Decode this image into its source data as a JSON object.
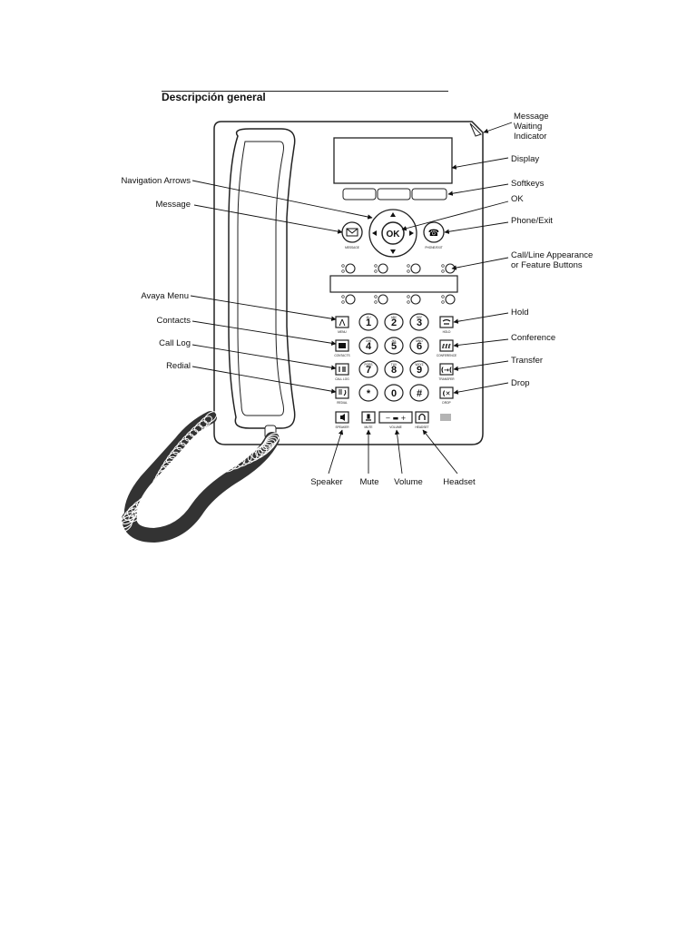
{
  "title": "Descripción general",
  "labels": {
    "message_waiting": [
      "Message",
      "Waiting",
      "Indicator"
    ],
    "display": "Display",
    "softkeys": "Softkeys",
    "ok": "OK",
    "phone_exit": "Phone/Exit",
    "call_line": [
      "Call/Line Appearance",
      "or Feature Buttons"
    ],
    "hold": "Hold",
    "conference": "Conference",
    "transfer": "Transfer",
    "drop": "Drop",
    "navigation_arrows": "Navigation Arrows",
    "message": "Message",
    "avaya_menu": "Avaya Menu",
    "contacts": "Contacts",
    "call_log": "Call Log",
    "redial": "Redial",
    "speaker": "Speaker",
    "mute": "Mute",
    "volume": "Volume",
    "headset": "Headset"
  },
  "button_captions": {
    "message": "MESSAGE",
    "phone_exit": "PHONE/EXIT",
    "menu": "MENU",
    "contacts": "CONTACTS",
    "call_log": "CALL LOG",
    "redial": "REDIAL",
    "hold": "HOLD",
    "conference": "CONFERENCE",
    "transfer": "TRANSFER",
    "drop": "DROP",
    "speaker": "SPEAKER",
    "mute": "MUTE",
    "volume": "VOLUME",
    "headset": "HEADSET"
  },
  "ok_key": "OK",
  "volume_symbols": "− ▬ +",
  "dialpad": [
    {
      "digit": "1",
      "letters": "@./"
    },
    {
      "digit": "2",
      "letters": "ABC"
    },
    {
      "digit": "3",
      "letters": "DEF"
    },
    {
      "digit": "4",
      "letters": "GHI"
    },
    {
      "digit": "5",
      "letters": "JKL"
    },
    {
      "digit": "6",
      "letters": "MNO"
    },
    {
      "digit": "7",
      "letters": "PQRS"
    },
    {
      "digit": "8",
      "letters": "TUV"
    },
    {
      "digit": "9",
      "letters": "WXYZ"
    },
    {
      "digit": "*",
      "letters": ""
    },
    {
      "digit": "0",
      "letters": ""
    },
    {
      "digit": "#",
      "letters": ""
    }
  ],
  "icons": [
    "envelope-icon",
    "phone-handset-icon",
    "nav-arrow-icon",
    "avaya-menu-icon",
    "contacts-book-icon",
    "call-log-icon",
    "redial-icon",
    "hold-icon",
    "conference-icon",
    "transfer-icon",
    "drop-icon",
    "speaker-icon",
    "mute-icon",
    "headset-icon"
  ]
}
